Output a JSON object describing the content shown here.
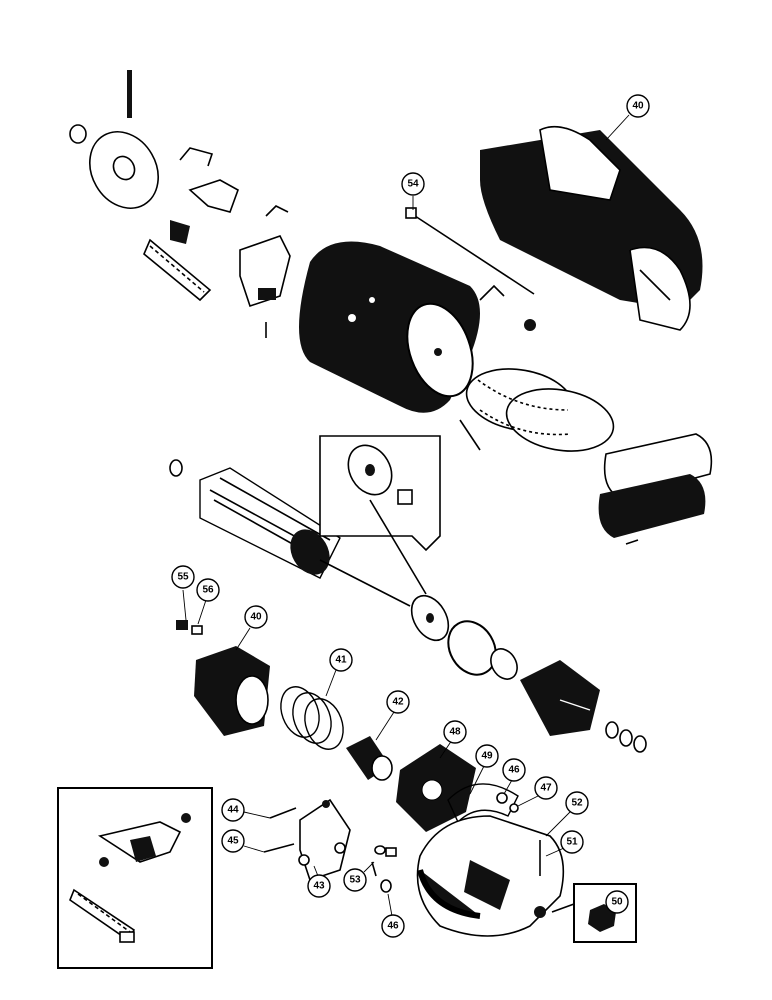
{
  "callouts": [
    {
      "id": "c40a",
      "text": "40"
    },
    {
      "id": "c54",
      "text": "54"
    },
    {
      "id": "c55",
      "text": "55"
    },
    {
      "id": "c56",
      "text": "56"
    },
    {
      "id": "c40b",
      "text": "40"
    },
    {
      "id": "c41",
      "text": "41"
    },
    {
      "id": "c42",
      "text": "42"
    },
    {
      "id": "c48",
      "text": "48"
    },
    {
      "id": "c49",
      "text": "49"
    },
    {
      "id": "c46a",
      "text": "46"
    },
    {
      "id": "c47",
      "text": "47"
    },
    {
      "id": "c52",
      "text": "52"
    },
    {
      "id": "c51",
      "text": "51"
    },
    {
      "id": "c44",
      "text": "44"
    },
    {
      "id": "c45",
      "text": "45"
    },
    {
      "id": "c43",
      "text": "43"
    },
    {
      "id": "c53",
      "text": "53"
    },
    {
      "id": "c46b",
      "text": "46"
    },
    {
      "id": "c50",
      "text": "50"
    }
  ]
}
